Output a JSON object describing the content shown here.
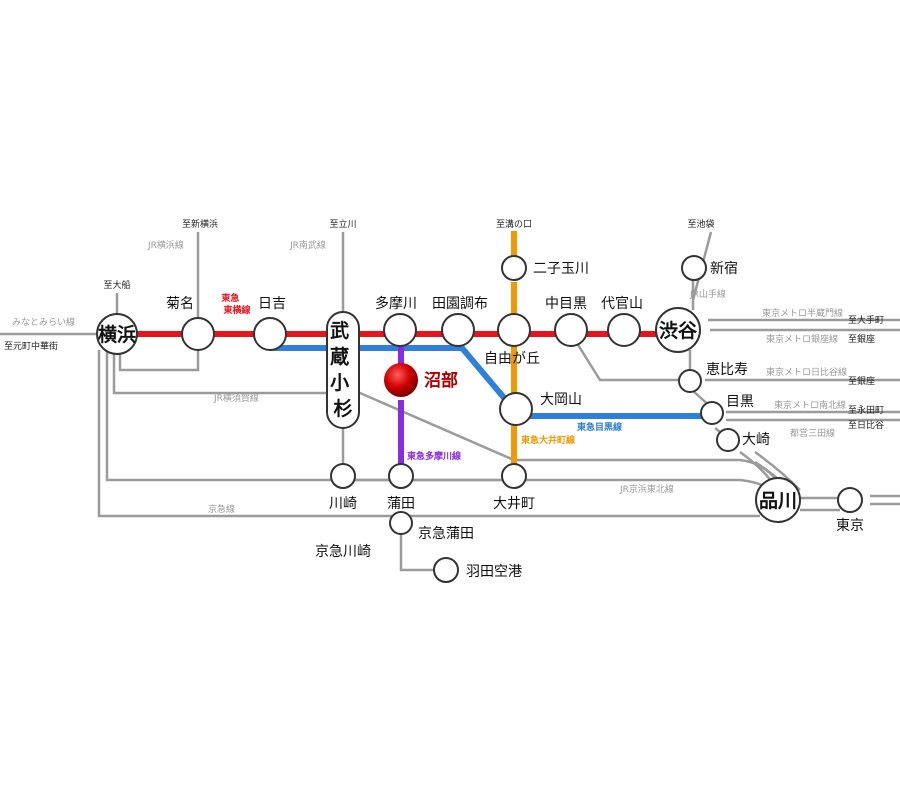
{
  "colors": {
    "toyoko": "#e8141c",
    "meguro": "#2f80dc",
    "tamagawa": "#8a2be2",
    "oimachi": "#f39800",
    "gray_line": "#9b9b9b",
    "highlight": "#b00000"
  },
  "stations": {
    "yokohama": "横浜",
    "kikuna": "菊名",
    "hiyoshi": "日吉",
    "musashikosugi": "武蔵小杉",
    "tamagawa": "多摩川",
    "denenchofu": "田園調布",
    "jiyugaoka": "自由が丘",
    "nakameguro": "中目黒",
    "daikanyama": "代官山",
    "shibuya": "渋谷",
    "futakotamagawa": "二子玉川",
    "shinjuku": "新宿",
    "ebisu": "恵比寿",
    "meguro": "目黒",
    "osaki": "大崎",
    "ookayama": "大岡山",
    "numabe": "沼部",
    "kawasaki": "川崎",
    "kamata": "蒲田",
    "oimachi": "大井町",
    "shinagawa": "品川",
    "tokyo": "東京",
    "keikyu_kawasaki": "京急川崎",
    "keikyu_kamata": "京急蒲田",
    "haneda": "羽田空港"
  },
  "directions": {
    "shin_yokohama": "至新横浜",
    "ofuna": "至大船",
    "tachikawa": "至立川",
    "mizonokuchi": "至溝の口",
    "ikebukuro": "至池袋",
    "motomachi": "至元町中華街",
    "otemachi": "至大手町",
    "ginza1": "至銀座",
    "ginza2": "至銀座",
    "nagatacho": "至永田町",
    "hibiya": "至日比谷"
  },
  "lines": {
    "toyoko": "東急\n東横線",
    "meguro": "東急目黒線",
    "tamagawa": "東急多摩川線",
    "oimachi": "東急大井町線",
    "jr_yokohama": "JR横浜線",
    "jr_nambu": "JR南武線",
    "jr_yamanote": "JR山手線",
    "jr_yokosuka": "JR横須賀線",
    "keikyu": "京急線",
    "jr_keihin_tohoku": "JR京浜東北線",
    "minatomirai": "みなとみらい線",
    "hanzomon": "東京メトロ半蔵門線",
    "ginza": "東京メトロ銀座線",
    "hibiya": "東京メトロ日比谷線",
    "namboku": "東京メトロ南北線",
    "mita": "都営三田線"
  }
}
